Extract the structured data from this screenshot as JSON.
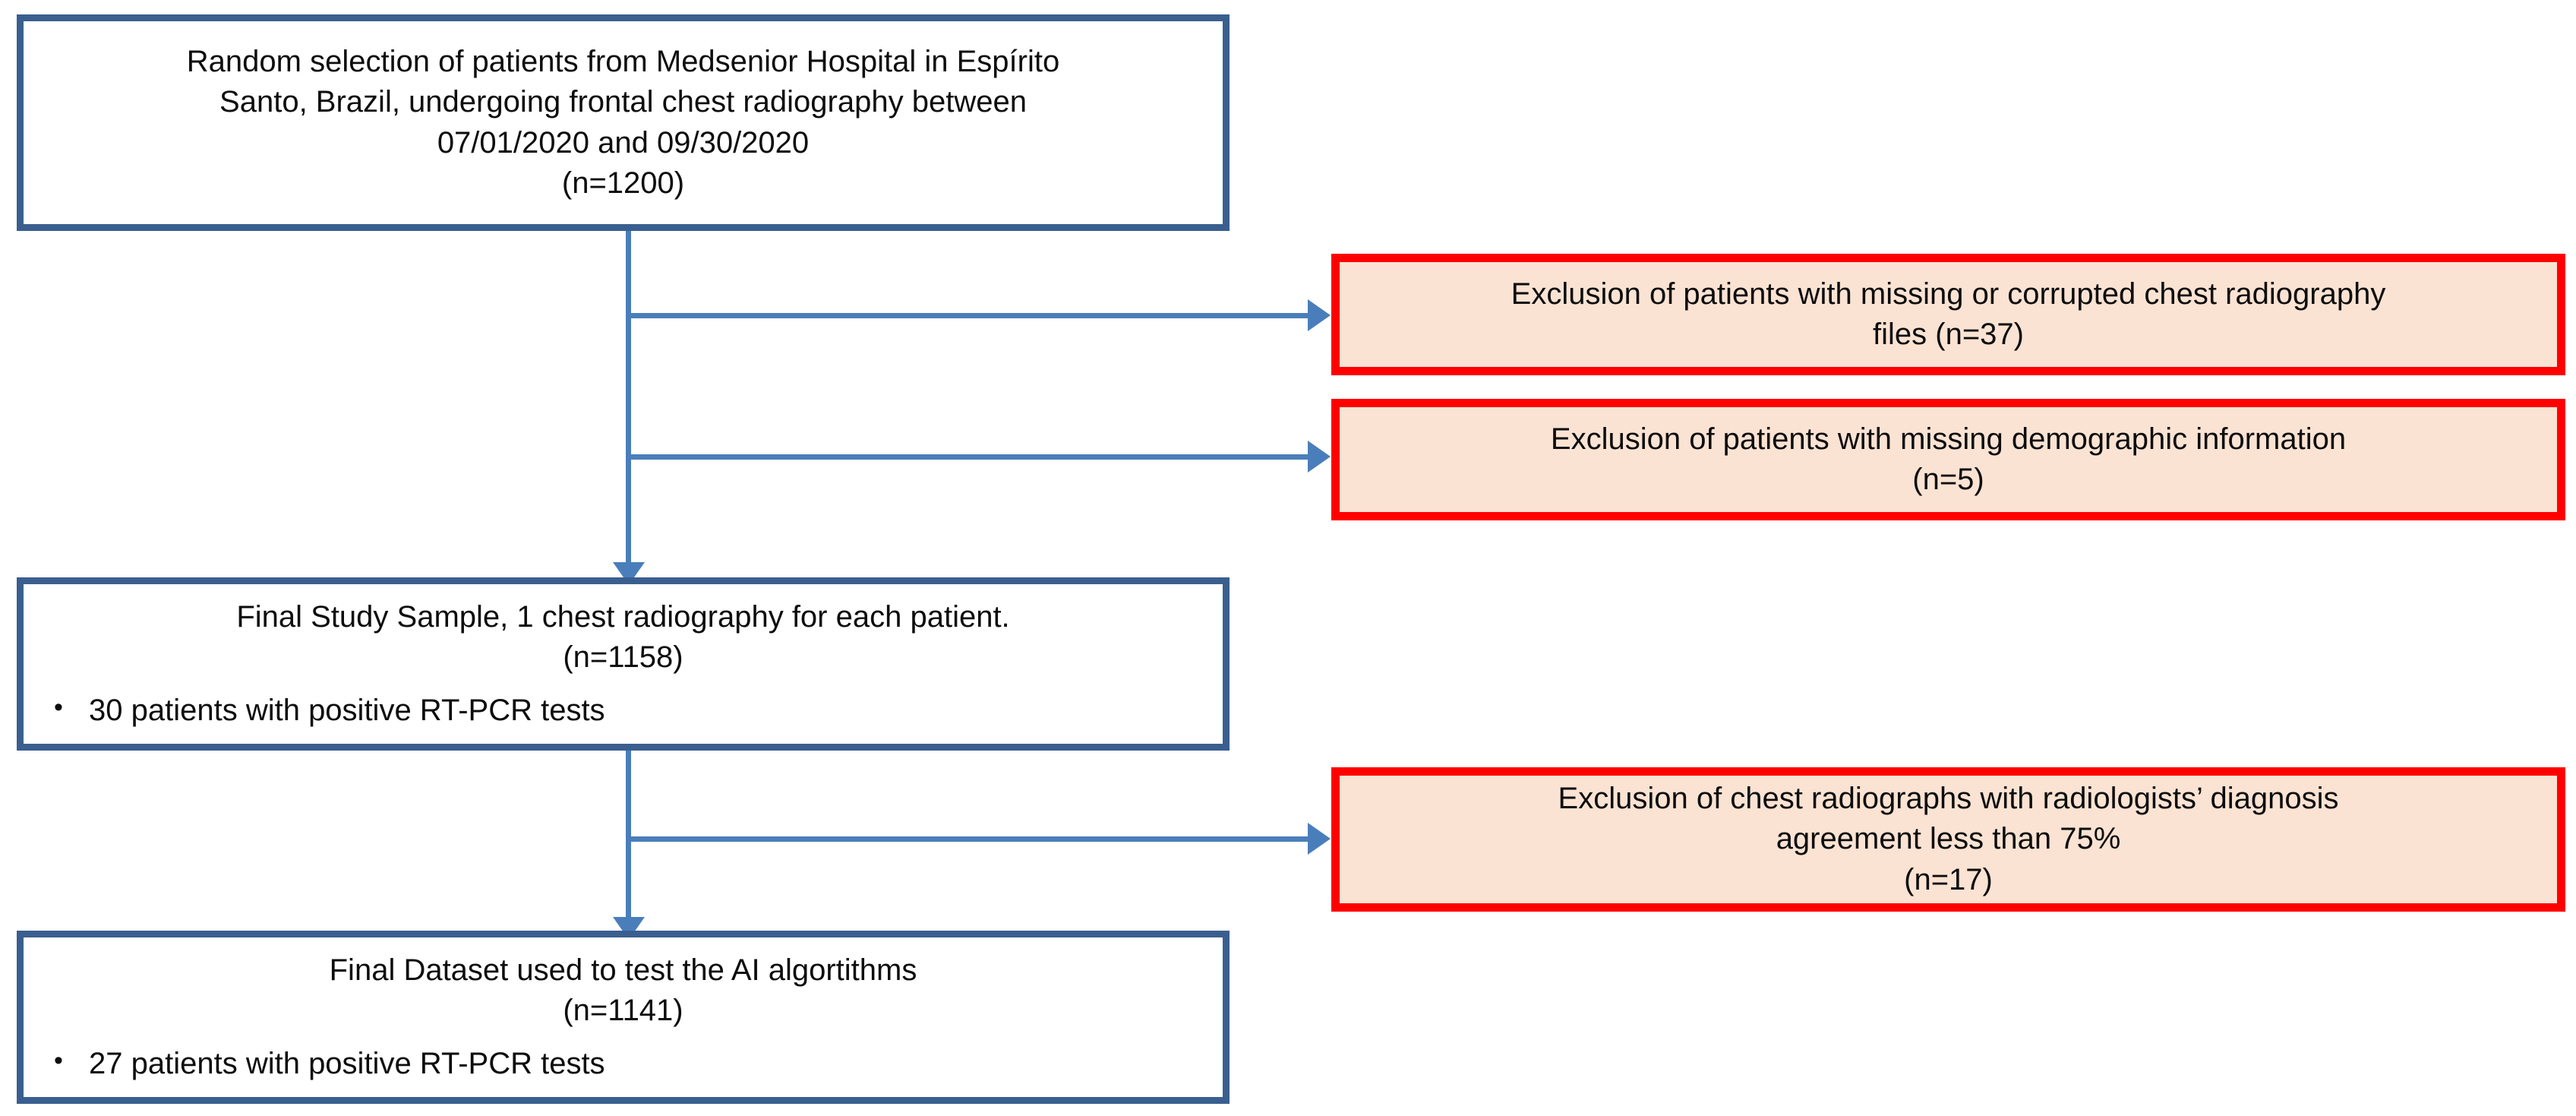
{
  "diagram": {
    "title": "Study patient selection flowchart",
    "colors": {
      "box_blue_border": "#3A5F8F",
      "box_blue_fill": "#FFFFFF",
      "box_red_border": "#FF0000",
      "box_red_fill": "#FBE3D3",
      "connector": "#4A7EBB",
      "text": "#0D0D0D"
    },
    "nodes": {
      "source_population": {
        "lines": [
          "Random selection of  patients from Medsenior Hospital in Espírito",
          "Santo, Brazil, undergoing frontal chest radiography between",
          "07/01/2020 and 09/30/2020",
          "(n=1200)"
        ]
      },
      "exclusion_files": {
        "lines": [
          "Exclusion of patients with missing or corrupted chest radiography",
          "files (n=37)"
        ]
      },
      "exclusion_demographics": {
        "lines": [
          "Exclusion of patients with missing demographic information",
          "(n=5)"
        ]
      },
      "final_study_sample": {
        "lines": [
          "Final Study Sample, 1 chest radiography for each patient.",
          "(n=1158)"
        ],
        "bullets": [
          {
            "marker": "•",
            "text": "30 patients with positive RT-PCR tests"
          }
        ]
      },
      "exclusion_agreement": {
        "lines": [
          "Exclusion of chest radiographs with radiologists’ diagnosis",
          "agreement less than 75%",
          "(n=17)"
        ]
      },
      "final_dataset": {
        "lines": [
          "Final Dataset used to test the AI algortithms",
          "(n=1141)"
        ],
        "bullets": [
          {
            "marker": "•",
            "text": "27 patients with positive RT-PCR tests"
          }
        ]
      }
    }
  }
}
